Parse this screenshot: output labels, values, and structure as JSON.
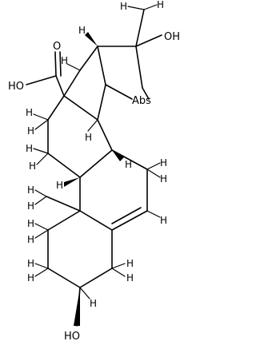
{
  "labels": {
    "acid_oh": "HO",
    "acid_o": "O",
    "hydroxyl_top": "OH",
    "hydroxyl_bottom": "HO",
    "bridge_label": "Abs",
    "h": "H"
  },
  "colors": {
    "ink": "#000000",
    "background": "#ffffff"
  }
}
